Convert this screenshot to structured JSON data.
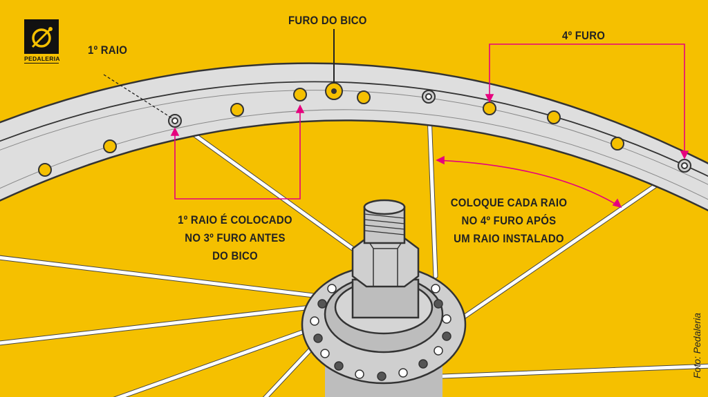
{
  "brand": {
    "name": "PEDALERIA",
    "logo_icon": "bike-wheel-logo-icon"
  },
  "labels": {
    "valve_hole": "FURO DO BICO",
    "first_spoke": "1º RAIO",
    "fourth_hole": "4º FURO",
    "first_spoke_note": [
      "1º RAIO É COLOCADO",
      "NO 3º FURO ANTES",
      "DO BICO"
    ],
    "spacing_note": [
      "COLOQUE CADA RAIO",
      "NO 4º FURO APÓS",
      "UM RAIO INSTALADO"
    ]
  },
  "credit": "Foto: Pedaleria",
  "colors": {
    "background": "#f5c000",
    "annotation": "#e6007e",
    "rim": "#dcdcdc",
    "outline": "#333333"
  }
}
